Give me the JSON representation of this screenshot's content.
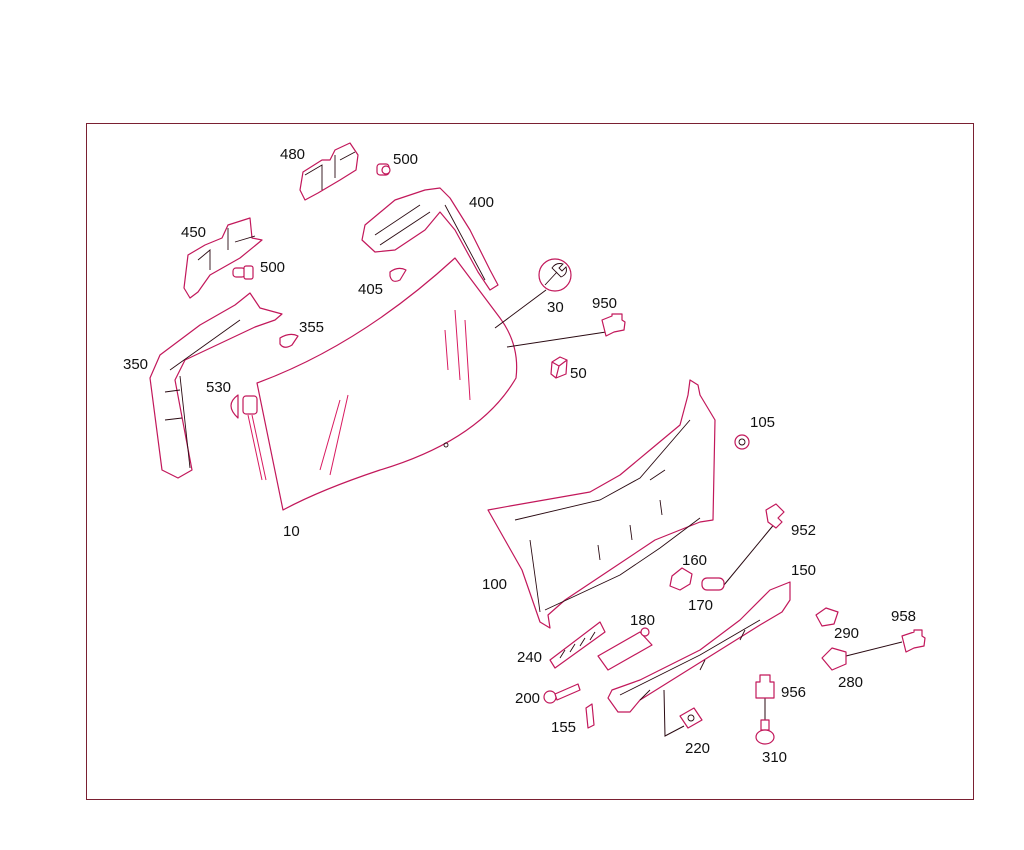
{
  "diagram": {
    "type": "exploded-parts-diagram",
    "subject": "rear window glass, tailgate trim panels and fasteners",
    "frame_color": "#7a2032",
    "line_color": "#c2185b",
    "text_color": "#111111"
  },
  "labels": {
    "p480": "480",
    "p500a": "500",
    "p400": "400",
    "p450": "450",
    "p500b": "500",
    "p405": "405",
    "p30": "30",
    "p950": "950",
    "p350": "350",
    "p355": "355",
    "p50": "50",
    "p530": "530",
    "p105": "105",
    "p10": "10",
    "p952": "952",
    "p160": "160",
    "p150": "150",
    "p100": "100",
    "p170": "170",
    "p180": "180",
    "p958": "958",
    "p290": "290",
    "p240": "240",
    "p280": "280",
    "p200": "200",
    "p956": "956",
    "p155": "155",
    "p220": "220",
    "p310": "310"
  },
  "icons": {
    "p30": "wrench-icon",
    "p50": "cube-icon",
    "p950": "connector-icon",
    "p952": "connector-icon",
    "p956": "connector-icon",
    "p958": "connector-icon"
  }
}
